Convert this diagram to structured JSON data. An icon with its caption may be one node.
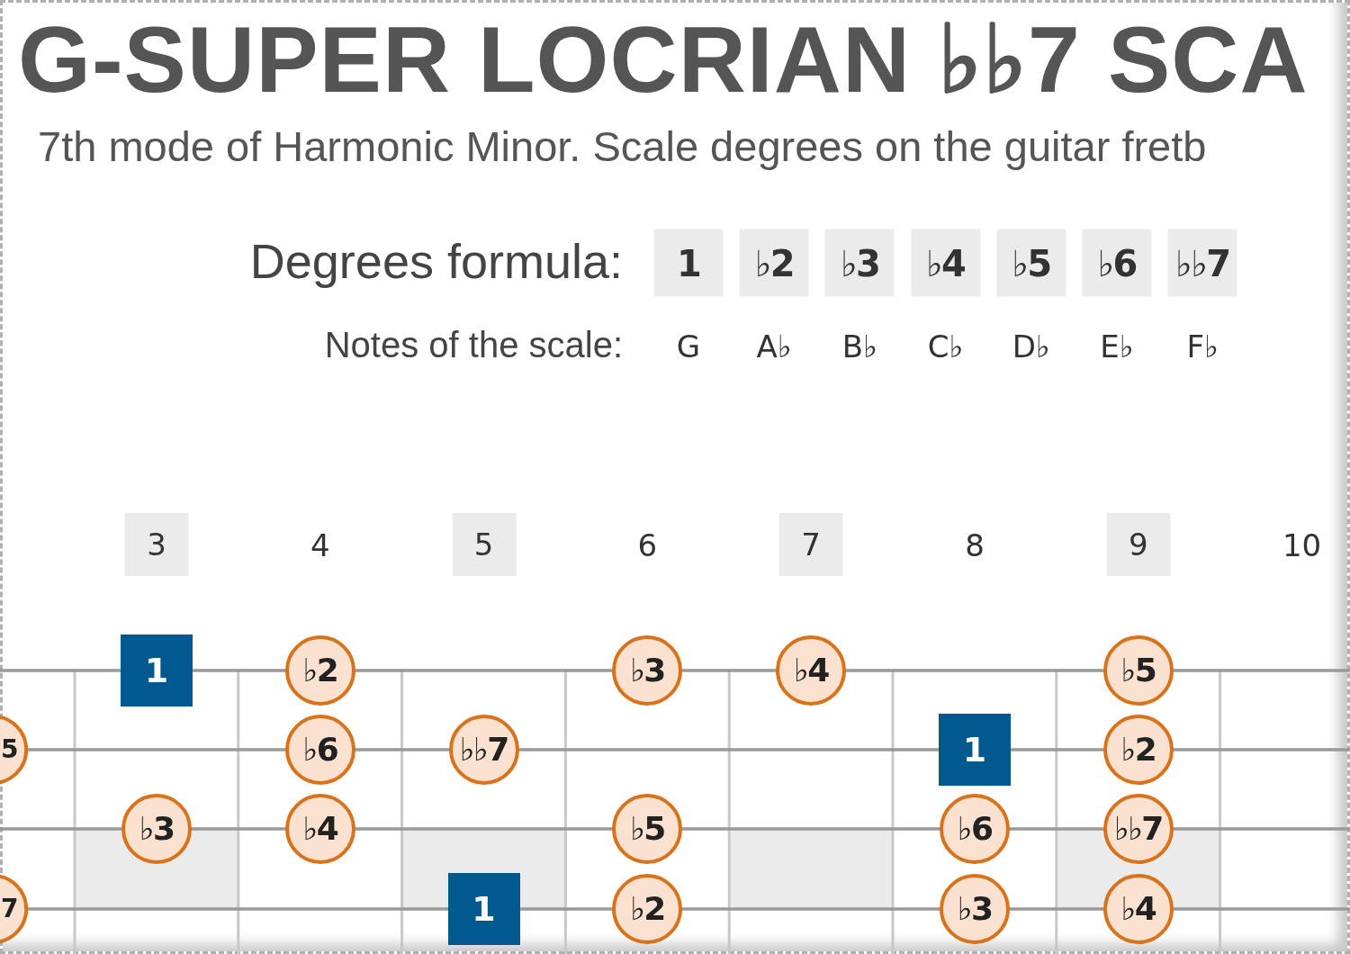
{
  "diagram": {
    "title": "G-SUPER LOCRIAN ♭♭7 SCA",
    "nodes": [
      {
        "text": [
          "1"
        ]
      },
      {
        "text": [
          "♭2"
        ]
      },
      {
        "text": [
          "♭3"
        ]
      },
      {
        "text": [
          "♭4"
        ]
      },
      {
        "text": [
          "♭5"
        ]
      },
      {
        "text": [
          "♭6"
        ]
      },
      {
        "text": [
          "♭♭7"
        ]
      },
      {
        "text": [
          "3"
        ]
      },
      {
        "text": [
          "5"
        ]
      },
      {
        "text": [
          "7"
        ]
      },
      {
        "text": [
          "9"
        ]
      },
      {
        "text": [
          "1"
        ]
      },
      {
        "text": [
          "♭2"
        ]
      },
      {
        "text": [
          "♭3"
        ]
      },
      {
        "text": [
          "♭4"
        ]
      },
      {
        "text": [
          "♭5"
        ]
      },
      {
        "text": [
          "5"
        ]
      },
      {
        "text": [
          "♭6"
        ]
      },
      {
        "text": [
          "♭♭7"
        ]
      },
      {
        "text": [
          "1"
        ]
      },
      {
        "text": [
          "♭2"
        ]
      },
      {
        "text": [
          "♭3"
        ]
      },
      {
        "text": [
          "♭4"
        ]
      },
      {
        "text": [
          "♭5"
        ]
      },
      {
        "text": [
          "♭6"
        ]
      },
      {
        "text": [
          "♭♭7"
        ]
      },
      {
        "text": [
          "7"
        ]
      },
      {
        "text": [
          "1"
        ]
      },
      {
        "text": [
          "♭2"
        ]
      },
      {
        "text": [
          "♭3"
        ]
      },
      {
        "text": [
          "♭4"
        ]
      }
    ],
    "labels": [
      "7th mode of Harmonic Minor. Scale degrees on the guitar fretb",
      "Degrees formula:",
      "Notes of the scale:",
      "G",
      "A♭",
      "B♭",
      "C♭",
      "D♭",
      "E♭",
      "F♭",
      "4",
      "6",
      "8",
      "10"
    ]
  }
}
